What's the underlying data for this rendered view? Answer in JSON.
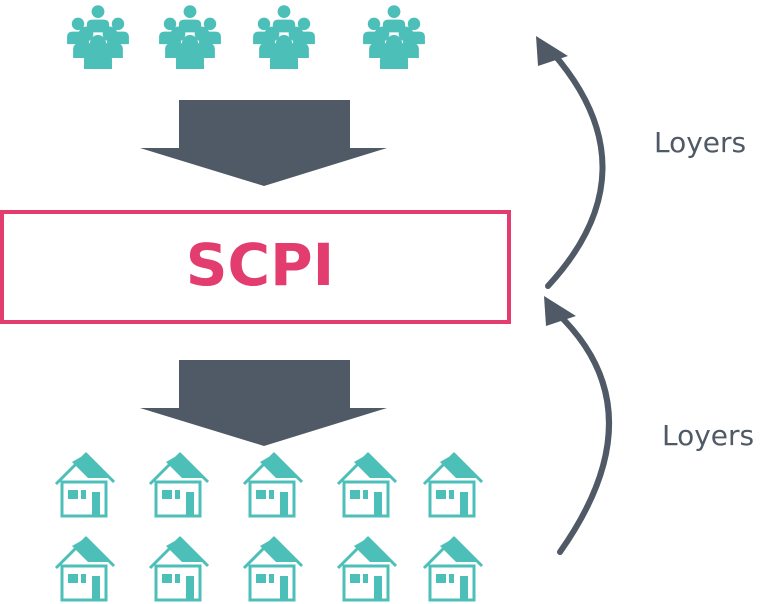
{
  "center_box": {
    "label": "SCPI"
  },
  "flows": {
    "upper_label": "Loyers",
    "lower_label": "Loyers"
  },
  "investor_group_count": 4,
  "house_count": 10,
  "colors": {
    "teal": "#4dbfb9",
    "dark_arrow": "#505a66",
    "pink": "#e33c6e",
    "text": "#505a66"
  },
  "icons": {
    "investors": "people-group-icon",
    "properties": "house-icon",
    "flow": "down-arrow-icon",
    "return": "curved-arrow-icon"
  }
}
